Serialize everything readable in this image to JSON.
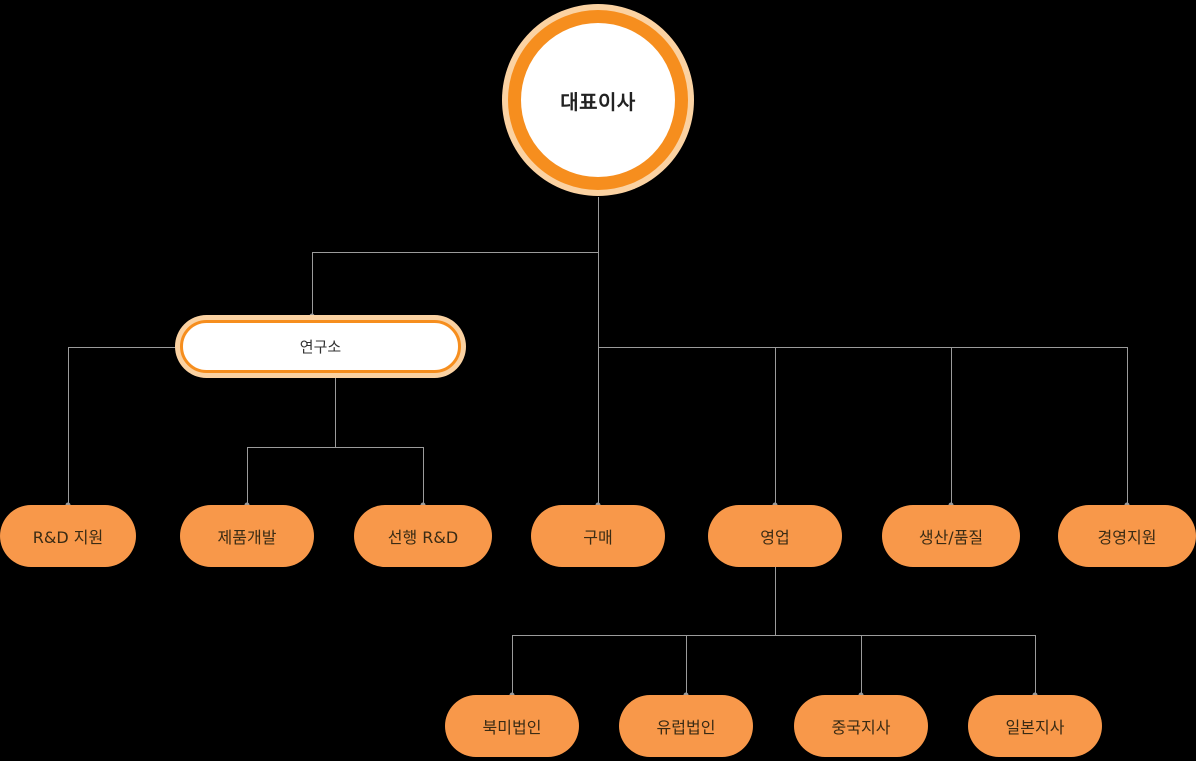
{
  "org_chart": {
    "ceo": {
      "label": "대표이사"
    },
    "research": {
      "label": "연구소"
    },
    "departments": [
      {
        "label": "R&D 지원"
      },
      {
        "label": "제품개발"
      },
      {
        "label": "선행 R&D"
      },
      {
        "label": "구매"
      },
      {
        "label": "영업"
      },
      {
        "label": "생산/품질"
      },
      {
        "label": "경영지원"
      }
    ],
    "sales_branches": [
      {
        "label": "북미법인"
      },
      {
        "label": "유럽법인"
      },
      {
        "label": "중국지사"
      },
      {
        "label": "일본지사"
      }
    ],
    "colors": {
      "accent_orange": "#F68E1E",
      "fill_orange": "#F8984A",
      "halo_orange": "#FBD2A2",
      "line_gray": "#9B9B9B",
      "text_dark": "#3A2B14",
      "background": "#000000"
    }
  }
}
